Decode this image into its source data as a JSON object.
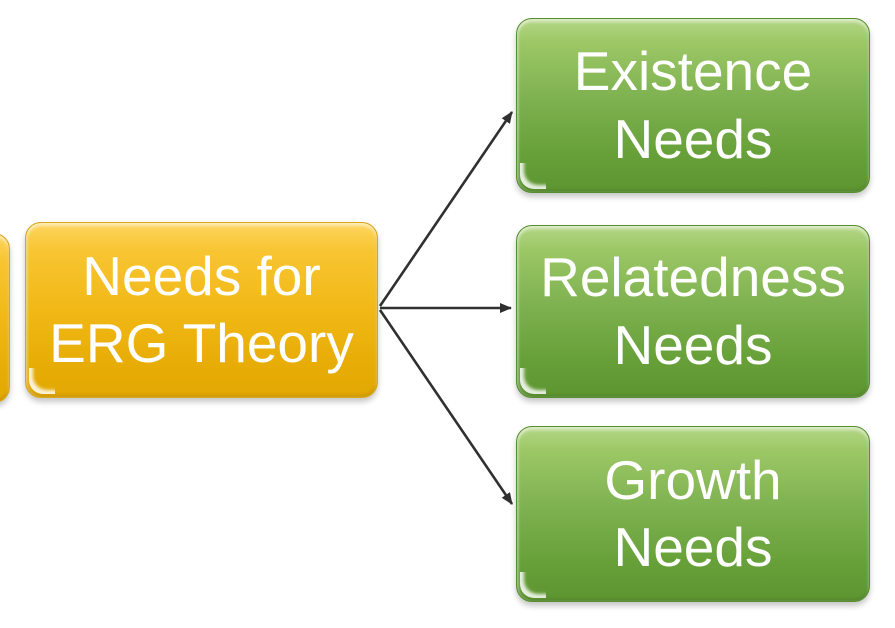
{
  "diagram": {
    "root": {
      "label": "Needs for ERG Theory"
    },
    "children": [
      {
        "label": "Existence Needs"
      },
      {
        "label": "Relatedness Needs"
      },
      {
        "label": "Growth Needs"
      }
    ],
    "colors": {
      "background": "#ffffff",
      "root_fill_top": "#fdd55e",
      "root_fill_bottom": "#e2a803",
      "child_fill_top": "#a9cf77",
      "child_fill_bottom": "#5d9530",
      "text": "#ffffff",
      "arrow": "#303030"
    }
  }
}
